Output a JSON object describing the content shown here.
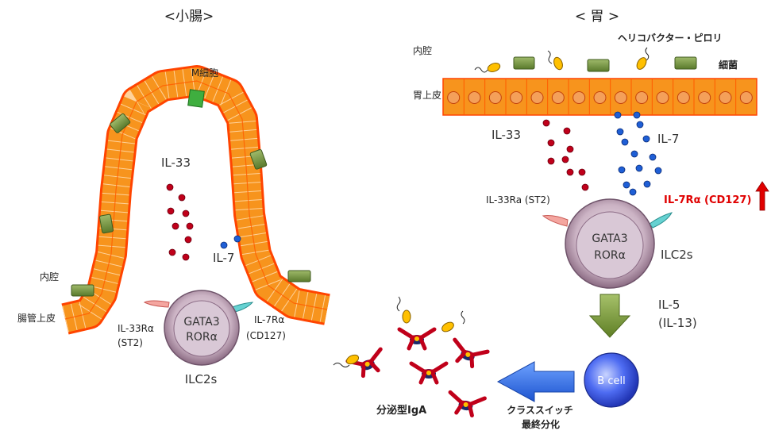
{
  "small_intestine": {
    "title": "<小腸>",
    "m_cell": "M細胞",
    "lumen": "内腔",
    "epithelium": "腸管上皮",
    "il33": "IL-33",
    "il7": "IL-7",
    "il33r_line1": "IL-33Rα",
    "il33r_line2": "(ST2)",
    "il7r_line1": "IL-7Rα",
    "il7r_line2": "(CD127)",
    "cell_line1": "GATA3",
    "cell_line2": "RORα",
    "cell_name": "ILC2s"
  },
  "stomach": {
    "title": "< 胃 >",
    "lumen": "内腔",
    "pylori": "ヘリコバクター・ピロリ",
    "bacteria": "細菌",
    "epithelium": "胃上皮",
    "il33": "IL-33",
    "il7": "IL-7",
    "il33r": "IL-33Ra (ST2)",
    "il7r": "IL-7Rα (CD127)",
    "cell_line1": "GATA3",
    "cell_line2": "RORα",
    "cell_name": "ILC2s",
    "il5_line1": "IL-5",
    "il5_line2": "(IL-13)",
    "bcell": "B cell",
    "switch_line1": "クラススイッチ",
    "switch_line2": "最終分化",
    "iga": "分泌型IgA"
  },
  "colors": {
    "epithelium": "#f7941d",
    "epithelium_border": "#ff4400",
    "il33_dot": "#c0001a",
    "il7_dot": "#1f5fd6",
    "bacteria_green": "#6d8b3a",
    "pylori_yellow": "#ffc000",
    "il7r_up": "#e00000",
    "arrow_green": "#6e8b2f",
    "arrow_blue": "#2f6fe0",
    "antibody_red": "#c0001a",
    "antigen_navy": "#1b2a6b"
  }
}
